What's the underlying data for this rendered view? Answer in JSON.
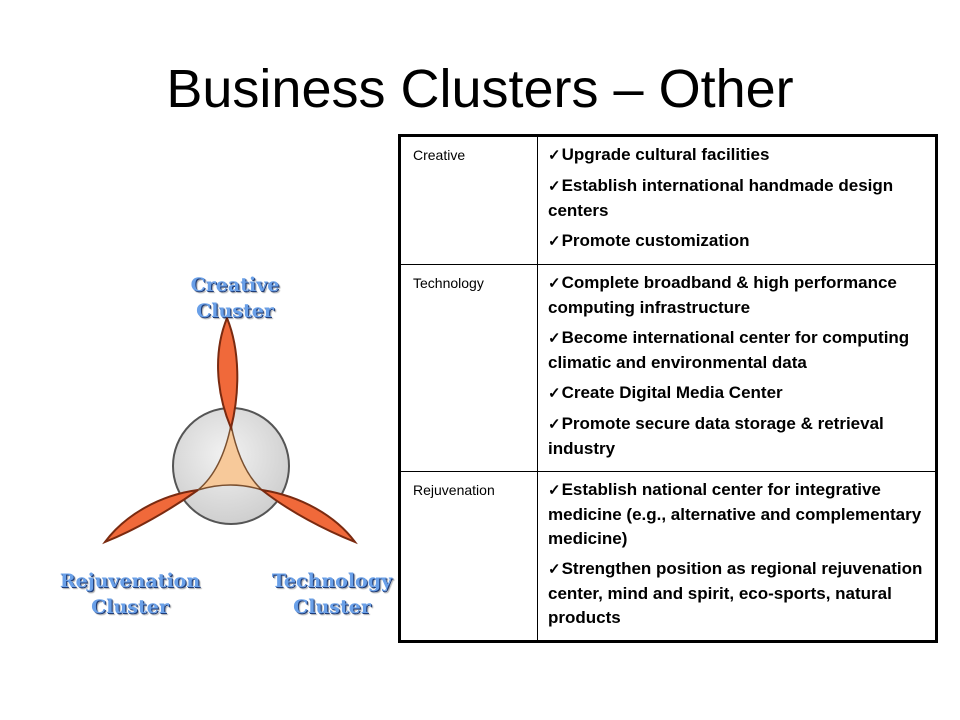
{
  "title": "Business Clusters – Other",
  "diagram": {
    "labels": {
      "creative": [
        "Creative",
        "Cluster"
      ],
      "rejuvenation": [
        "Rejuvenation",
        "Cluster"
      ],
      "technology": [
        "Technology",
        "Cluster"
      ]
    },
    "colors": {
      "petal": "#f0693a",
      "petal_outline": "#7a2a10",
      "core": "#f7c99a",
      "ring": "#d8d8d8"
    }
  },
  "table": {
    "rows": [
      {
        "name": "Creative",
        "items": [
          "Upgrade cultural facilities",
          "Establish international handmade design centers",
          "Promote customization"
        ]
      },
      {
        "name": "Technology",
        "items": [
          "Complete broadband & high performance computing infrastructure",
          "Become international center for computing climatic and environmental data",
          "Create Digital Media Center",
          "Promote secure data storage & retrieval industry"
        ]
      },
      {
        "name": "Rejuvenation",
        "items": [
          "Establish national center for integrative medicine (e.g., alternative and complementary medicine)",
          "Strengthen position as regional rejuvenation center, mind and spirit, eco-sports, natural products"
        ]
      }
    ]
  }
}
